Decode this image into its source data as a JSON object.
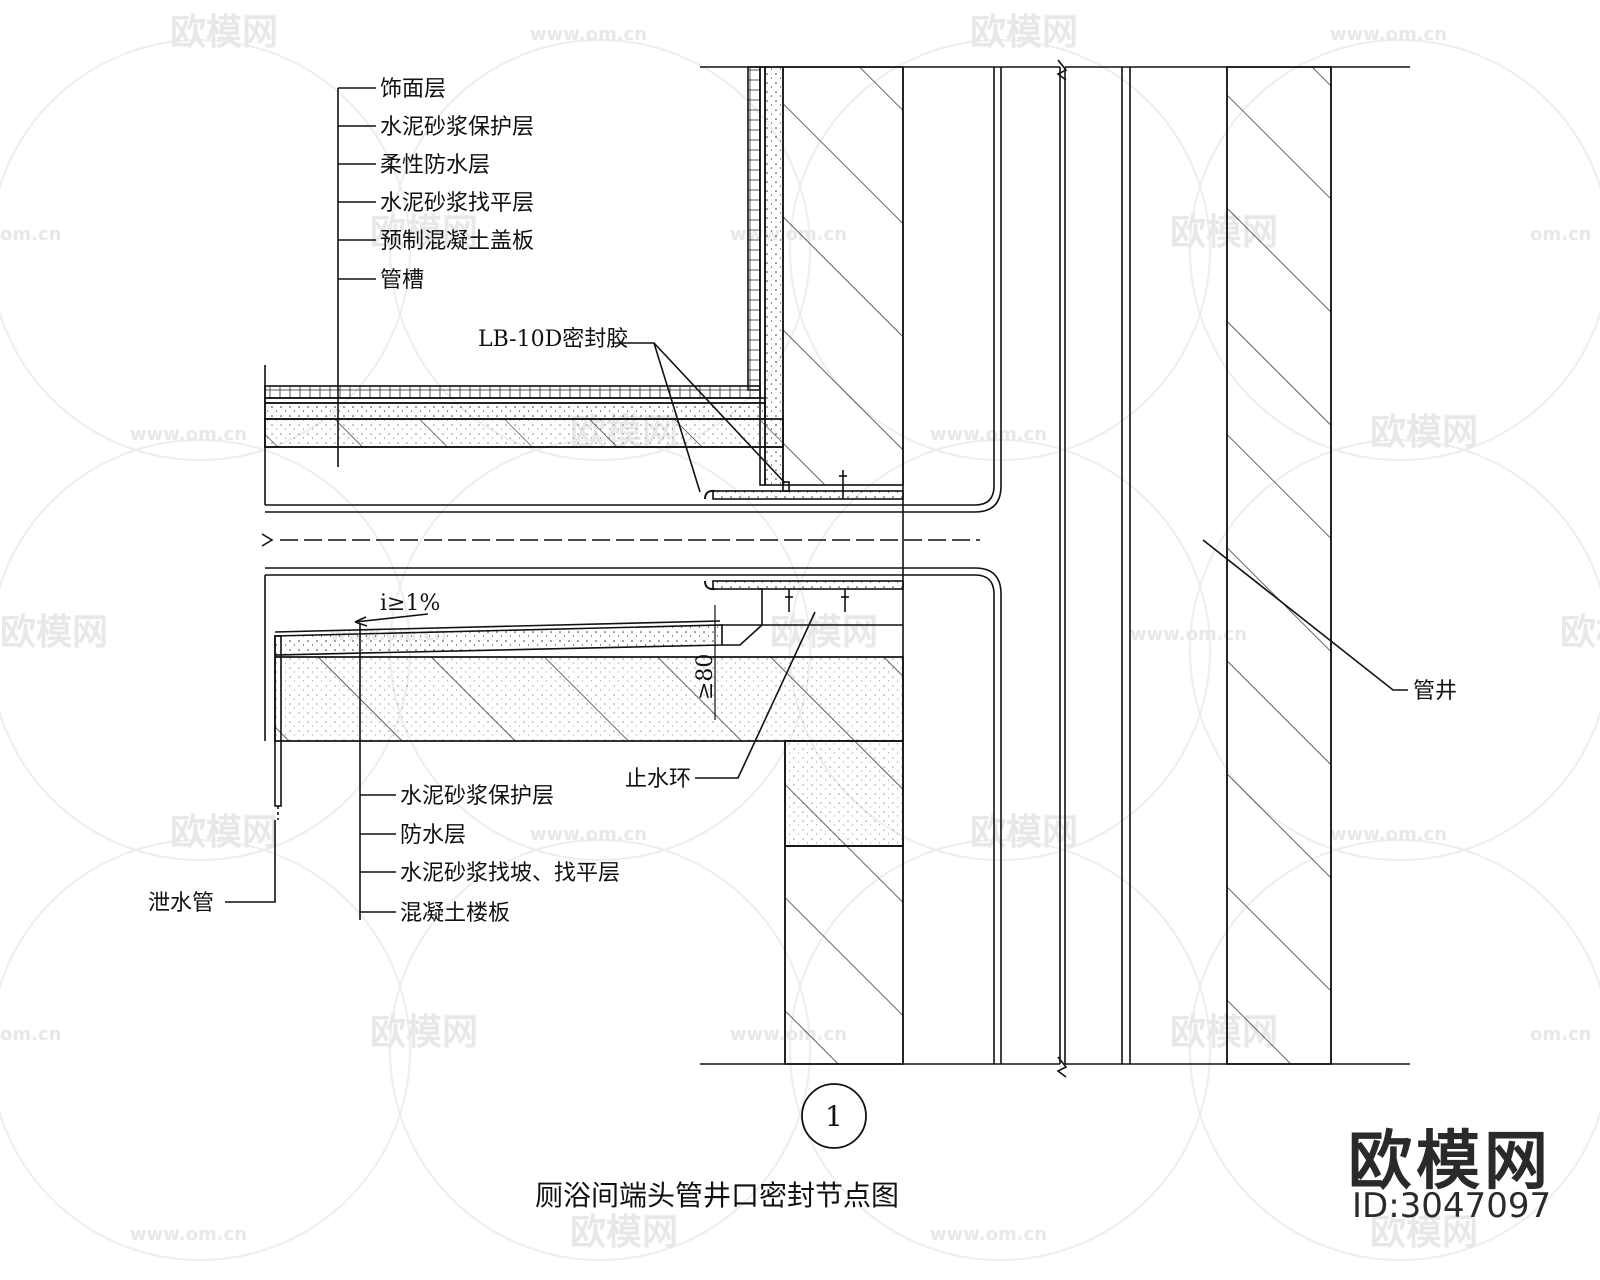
{
  "watermark": {
    "brand_text": "欧模网",
    "url_text": "www.om.cn",
    "url_short": "om.cn"
  },
  "upper_labels": [
    "饰面层",
    "水泥砂浆保护层",
    "柔性防水层",
    "水泥砂浆找平层",
    "预制混凝土盖板",
    "管槽"
  ],
  "sealant_label": "LB-10D密封胶",
  "slope_label": "i≥1%",
  "depth_label": "≥80",
  "water_ring_label": "止水环",
  "lower_labels": [
    "水泥砂浆保护层",
    "防水层",
    "水泥砂浆找坡、找平层",
    "混凝土楼板"
  ],
  "drain_label": "泄水管",
  "shaft_label": "管井",
  "detail_number": "1",
  "drawing_title": "厕浴间端头管井口密封节点图",
  "brand_logo": "欧模网",
  "brand_id": "ID:3047097"
}
